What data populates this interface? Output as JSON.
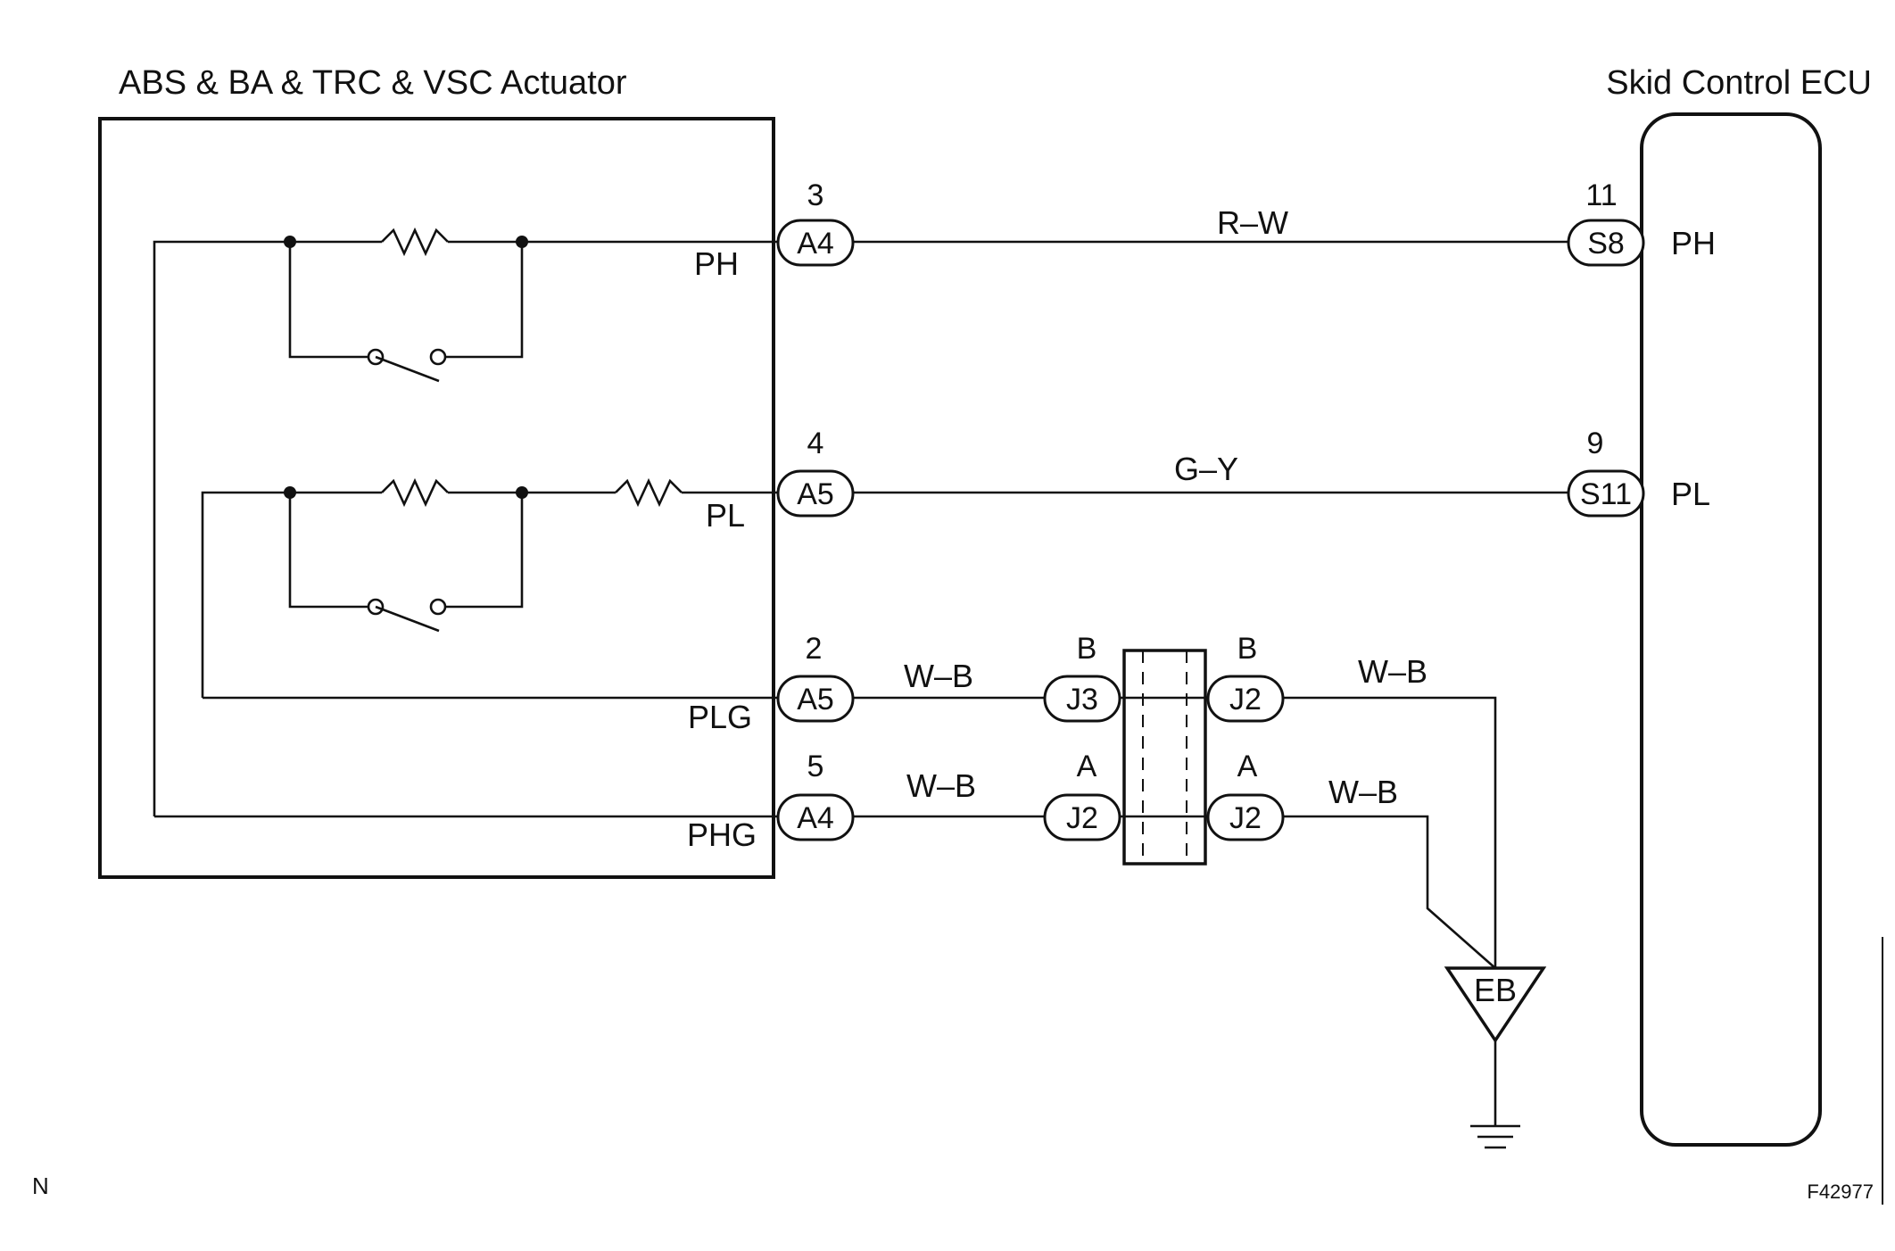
{
  "components": {
    "actuator": {
      "title": "ABS & BA & TRC & VSC Actuator"
    },
    "ecu": {
      "title": "Skid Control ECU"
    }
  },
  "actuator_terminals": {
    "ph": "PH",
    "pl": "PL",
    "plg": "PLG",
    "phg": "PHG"
  },
  "ecu_terminals": {
    "ph": "PH",
    "pl": "PL"
  },
  "connectors": {
    "a4_top": {
      "code": "A4",
      "pin": "3"
    },
    "a5_mid": {
      "code": "A5",
      "pin": "4"
    },
    "a5_low": {
      "code": "A5",
      "pin": "2"
    },
    "a4_bot": {
      "code": "A4",
      "pin": "5"
    },
    "s8": {
      "code": "S8",
      "pin": "11"
    },
    "s11": {
      "code": "S11",
      "pin": "9"
    },
    "j3": {
      "code": "J3",
      "pin": "B"
    },
    "j2_right_top": {
      "code": "J2",
      "pin": "B"
    },
    "j2_left_bot": {
      "code": "J2",
      "pin": "A"
    },
    "j2_right_bot": {
      "code": "J2",
      "pin": "A"
    }
  },
  "wires": {
    "ph_line": "R–W",
    "pl_line": "G–Y",
    "plg_left": "W–B",
    "plg_right": "W–B",
    "phg_left": "W–B",
    "phg_right": "W–B"
  },
  "ground": {
    "label": "EB"
  },
  "corner": {
    "left": "N",
    "right": "F42977"
  }
}
